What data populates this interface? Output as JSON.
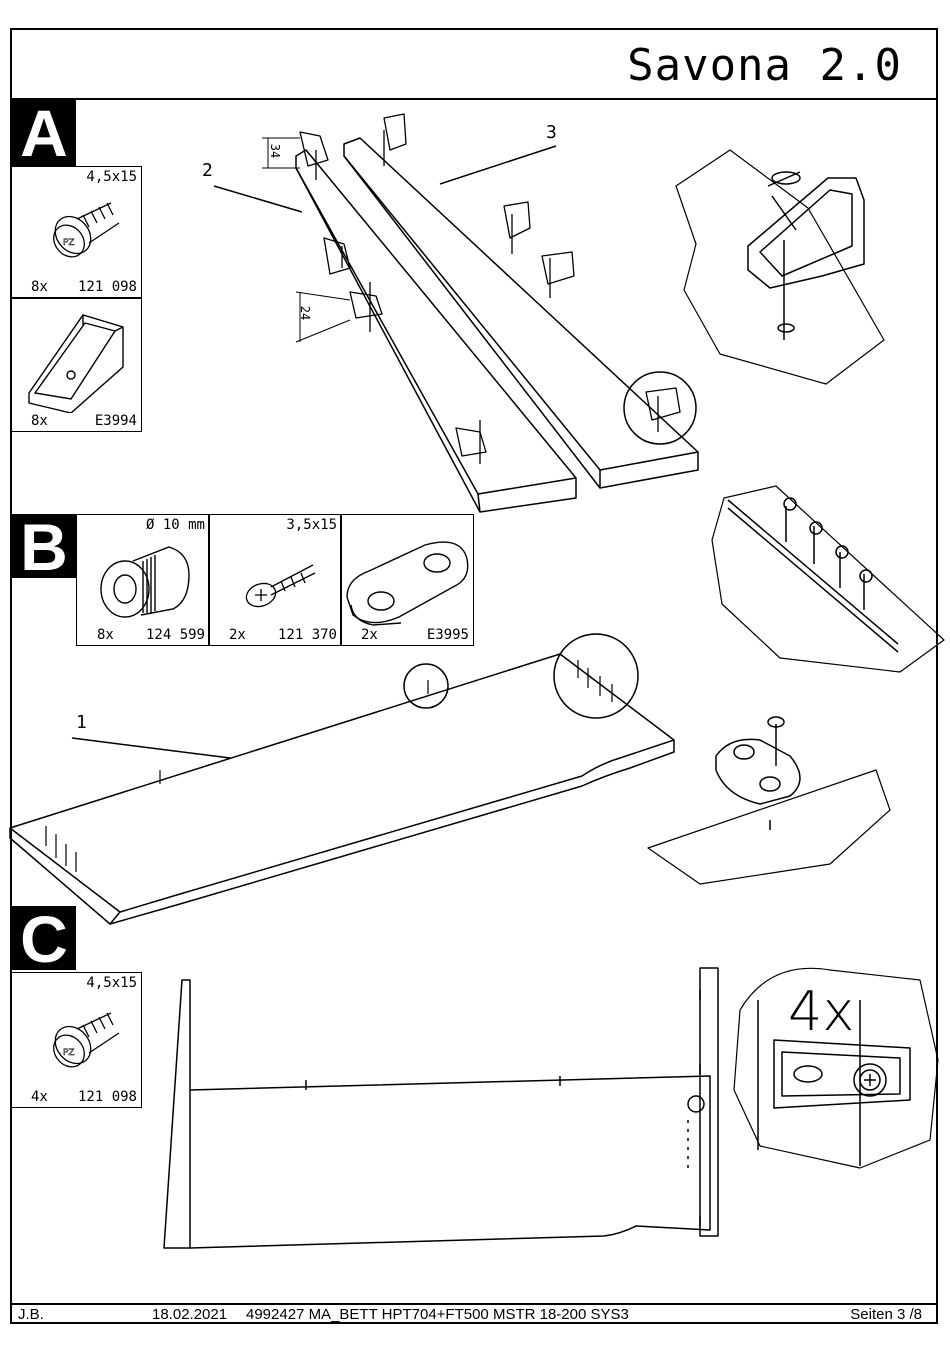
{
  "title": "Savona 2.0",
  "steps": {
    "a": "A",
    "b": "B",
    "c": "C"
  },
  "parts": {
    "a_screw": {
      "spec": "4,5x15",
      "qty": "8x",
      "code": "121 098"
    },
    "a_bracket": {
      "qty": "8x",
      "code": "E3994"
    },
    "b_dowel": {
      "spec": "Ø 10 mm",
      "qty": "8x",
      "code": "124 599"
    },
    "b_screw": {
      "spec": "3,5x15",
      "qty": "2x",
      "code": "121 370"
    },
    "b_plate": {
      "qty": "2x",
      "code": "E3995"
    },
    "c_screw": {
      "spec": "4,5x15",
      "qty": "4x",
      "code": "121 098"
    }
  },
  "labels": {
    "part1": "1",
    "part2": "2",
    "part3": "3",
    "dim34": "34",
    "dim24": "24",
    "detail_qty": "4x"
  },
  "footer": {
    "author": "J.B.",
    "date": "18.02.2021",
    "doc": "4992427 MA_BETT HPT704+FT500 MSTR 18-200 SYS3",
    "page": "Seiten 3 /8"
  }
}
